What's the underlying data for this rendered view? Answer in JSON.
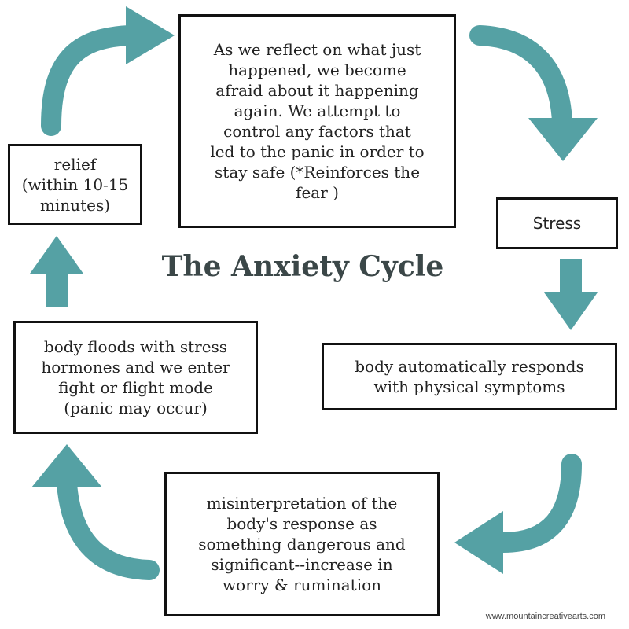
{
  "title": "The Anxiety Cycle",
  "credit": "www.mountaincreativearts.com",
  "colors": {
    "arrow": "#55a1a4",
    "box_border": "#111111",
    "title": "#3b4748"
  },
  "boxes": {
    "reflect": "As we reflect on what just\nhappened, we become\nafraid about it happening\nagain. We attempt to\ncontrol  any factors that\nled to the panic in order to\nstay safe (*Reinforces the\nfear )",
    "stress": "Stress",
    "physical": "body automatically responds\nwith physical symptoms",
    "misinterpretation": "misinterpretation of the\nbody's response as\nsomething dangerous and\nsignificant--increase in\nworry & rumination",
    "floods": "body floods with stress\nhormones and we enter\nfight or flight mode\n(panic may occur)",
    "relief": "relief\n(within 10-15\nminutes)"
  }
}
